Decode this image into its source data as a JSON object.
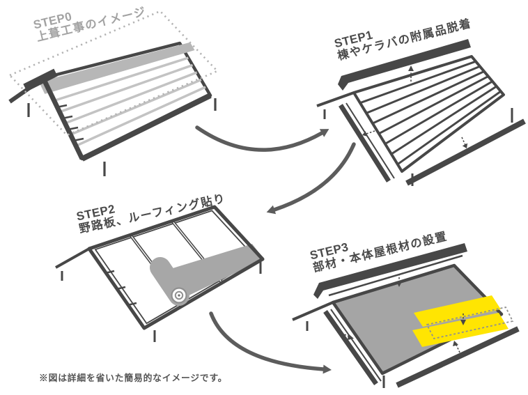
{
  "diagram": {
    "type": "process-flow",
    "subject": "roof-over-construction-steps"
  },
  "steps": [
    {
      "id": "step0",
      "step_label": "STEP0",
      "title": "上葺工事のイメージ"
    },
    {
      "id": "step1",
      "step_label": "STEP1",
      "title": "棟やケラバの附属品脱着"
    },
    {
      "id": "step2",
      "step_label": "STEP2",
      "title": "野路板、ルーフィング貼り"
    },
    {
      "id": "step3",
      "step_label": "STEP3",
      "title": "部材・本体屋根材の設置"
    }
  ],
  "note": "※図は詳細を省いた簡易的なイメージです。",
  "flow_sequence": [
    "step0",
    "step1",
    "step2",
    "step3"
  ],
  "icons": {
    "flow_arrow": "curved-arrow-icon",
    "detach_attach_arrow": "dotted-arrow-icon",
    "roofing_roll": "roofing-roll-icon"
  },
  "colors": {
    "outline_dark": "#474747",
    "label_dark": "#4a4a4a",
    "label_light": "#a2a2a2",
    "note_text": "#555555",
    "light_gray_courses": "#c3c3c3",
    "overlay_gray": "#b7b7b7",
    "mid_gray": "#a5a5a5",
    "highlight_yellow": "#ffe502",
    "flow_arrow_gray": "#5c5c5c",
    "background": "#ffffff"
  }
}
